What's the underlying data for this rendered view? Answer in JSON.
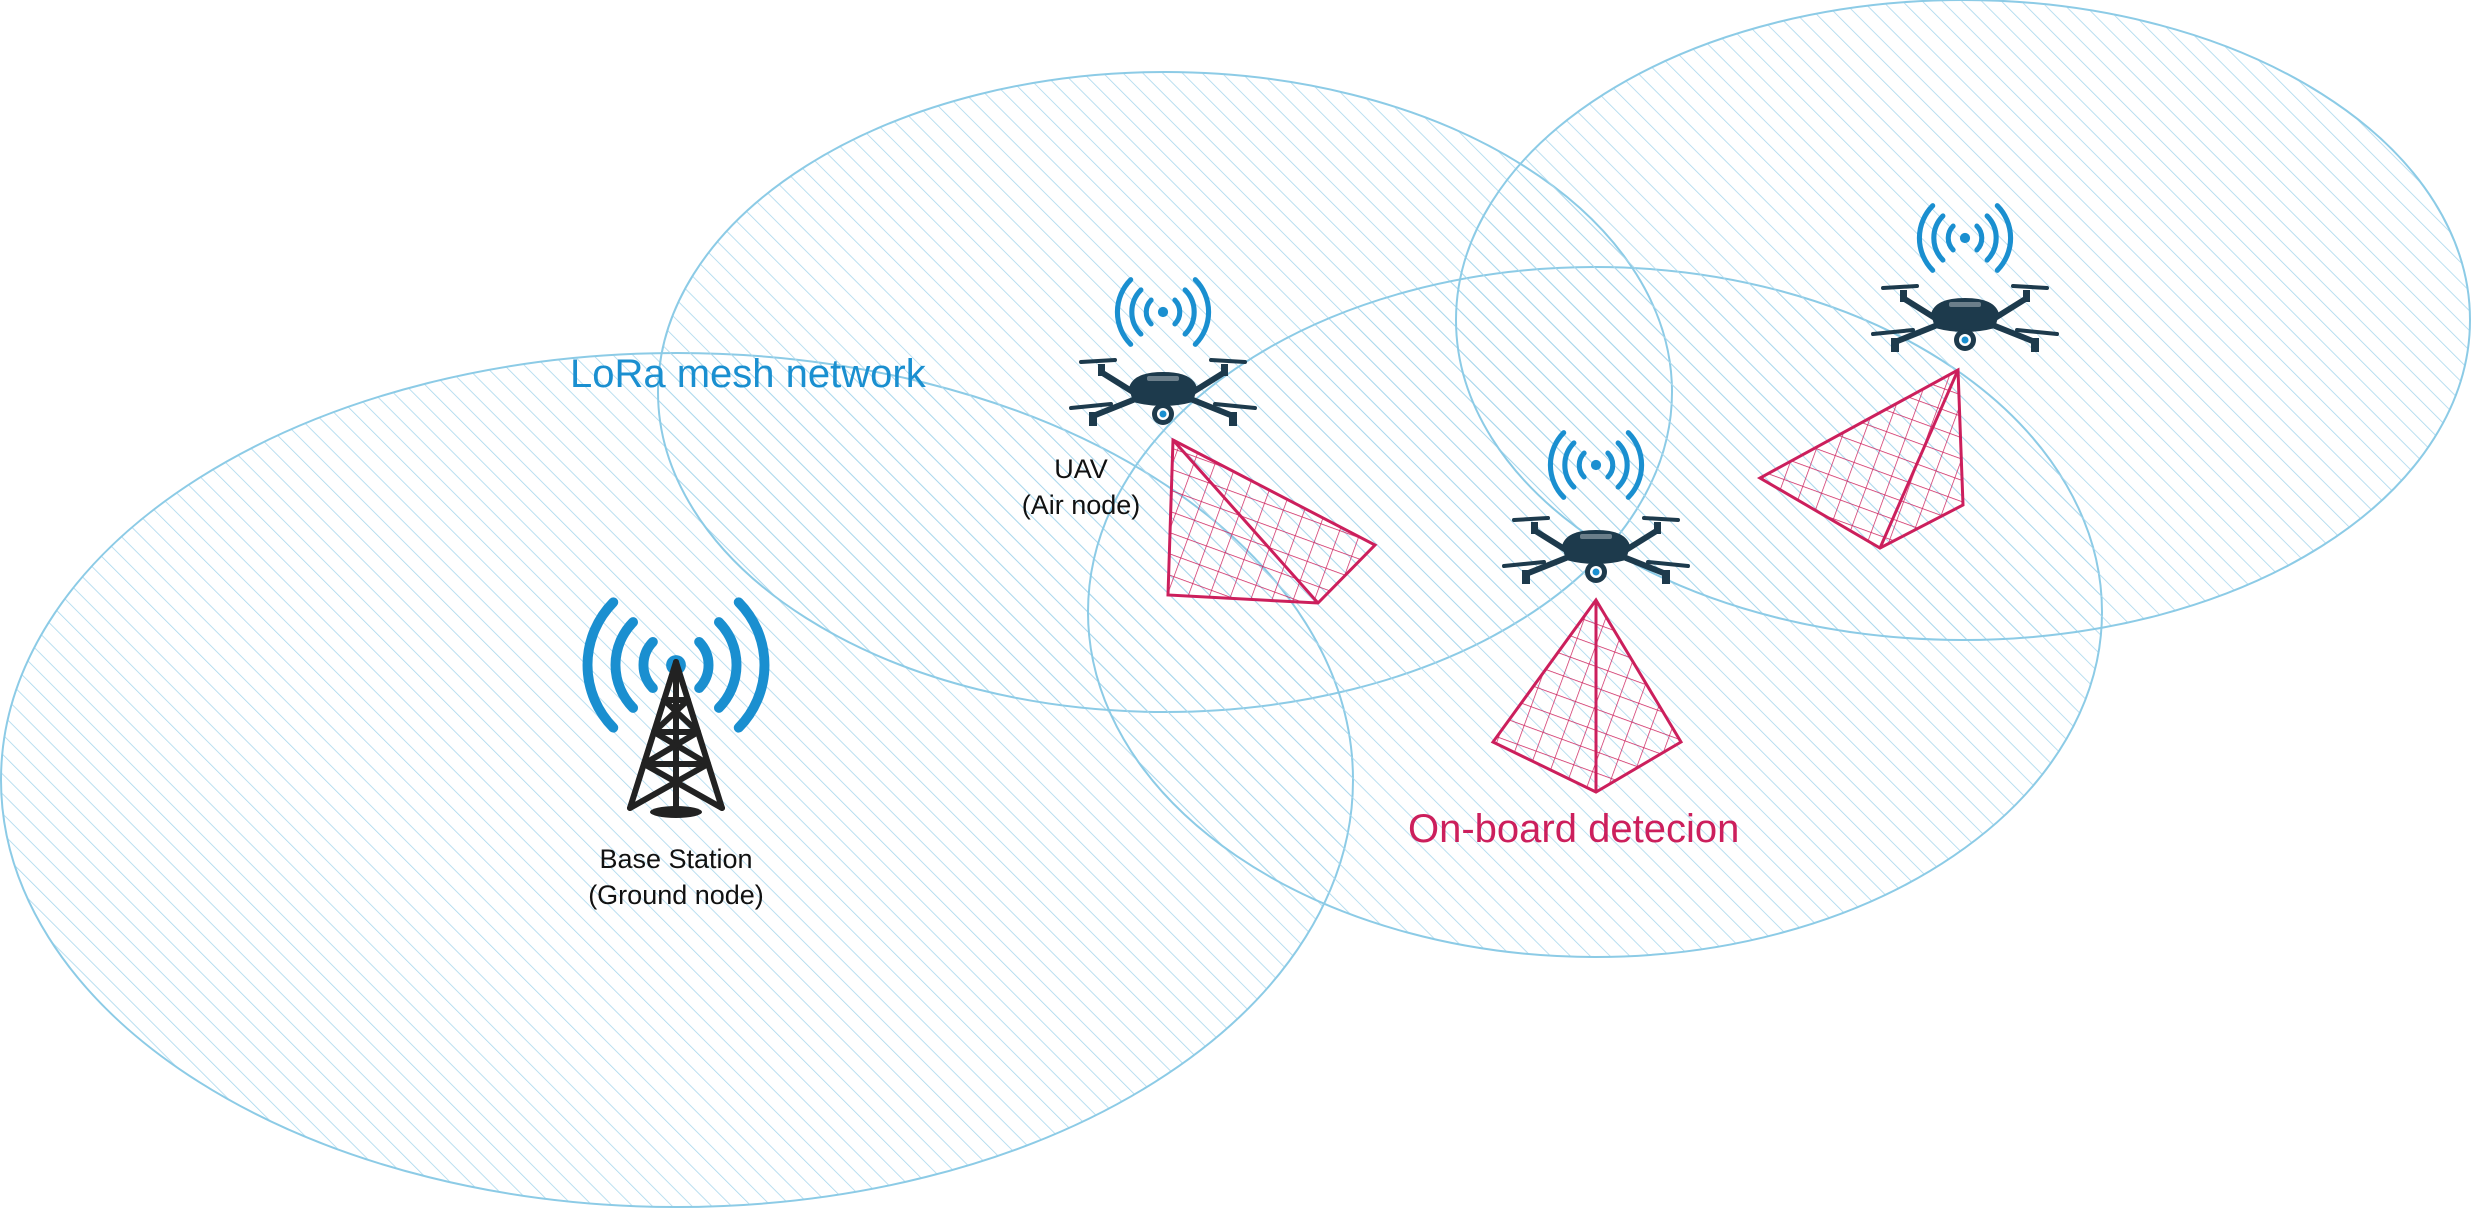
{
  "labels": {
    "network": "LoRa mesh network",
    "detection": "On-board detecion",
    "base_station_line1": "Base Station",
    "base_station_line2": "(Ground node)",
    "uav_line1": "UAV",
    "uav_line2": "(Air node)"
  },
  "colors": {
    "network": "#1a8fd0",
    "coverage_stroke": "#8ccbe6",
    "hatch": "#a9d7ec",
    "detection": "#cc1f5c",
    "drone_body": "#1d3a4c",
    "tower": "#222222",
    "signal": "#1a8fd0"
  },
  "icons": {
    "tower": "radio-tower-icon",
    "drone": "drone-icon",
    "signal": "wireless-signal-icon",
    "detection": "detection-pyramid-icon"
  }
}
